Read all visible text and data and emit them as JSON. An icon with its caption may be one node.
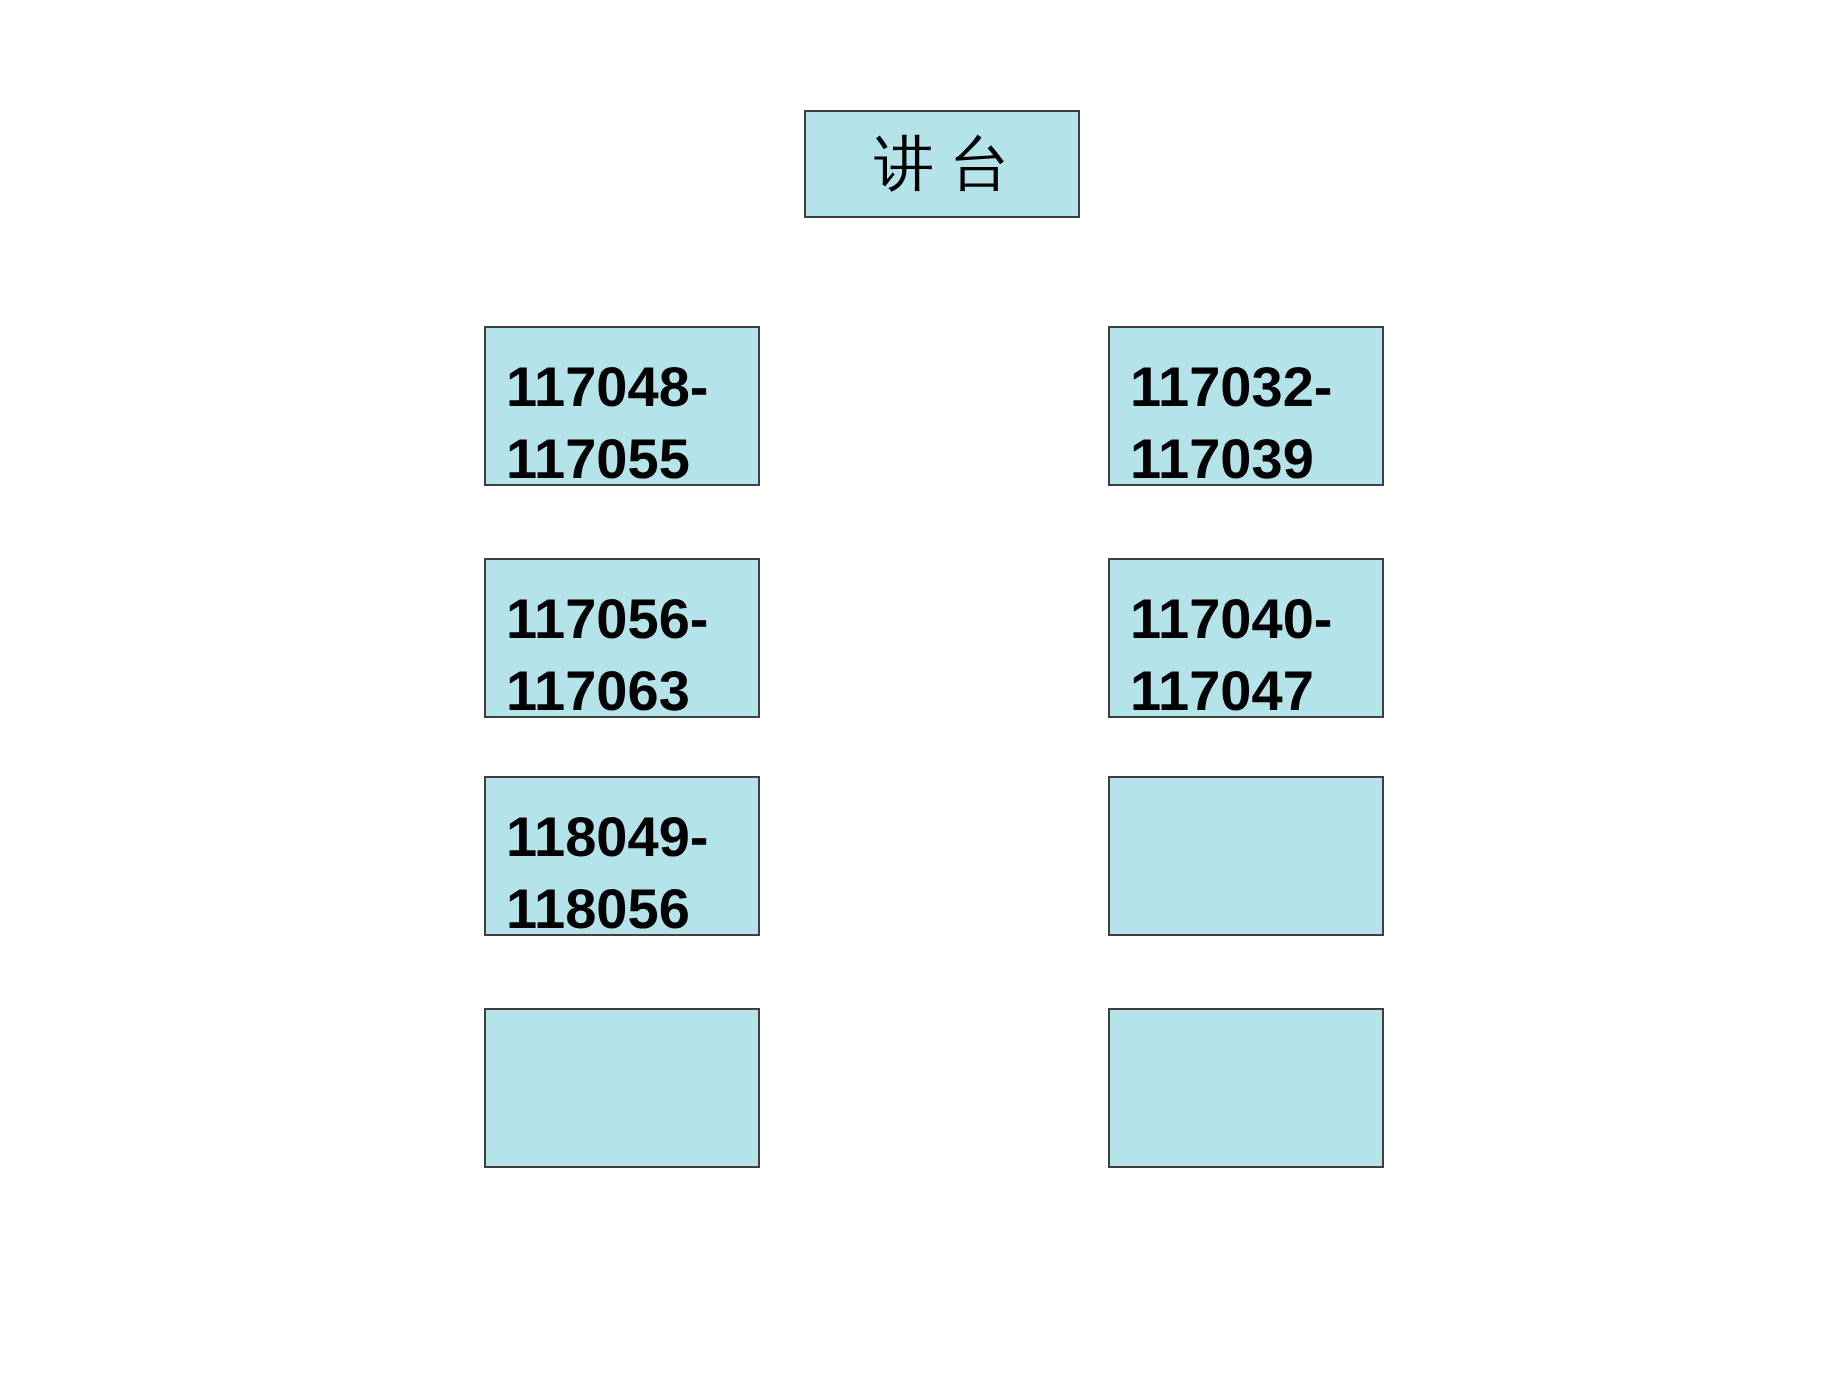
{
  "diagram": {
    "nodes": [
      {
        "text": [
          "讲 台"
        ]
      },
      {
        "text": [
          "117048-117055"
        ]
      },
      {
        "text": [
          "117032-117039"
        ]
      },
      {
        "text": [
          "117056-117063"
        ]
      },
      {
        "text": [
          "117040-117047"
        ]
      },
      {
        "text": [
          "118049-118056"
        ]
      },
      {
        "text": [],
        "shape": "box"
      },
      {
        "text": [],
        "shape": "box"
      },
      {
        "text": [],
        "shape": "box"
      }
    ],
    "edges": []
  }
}
